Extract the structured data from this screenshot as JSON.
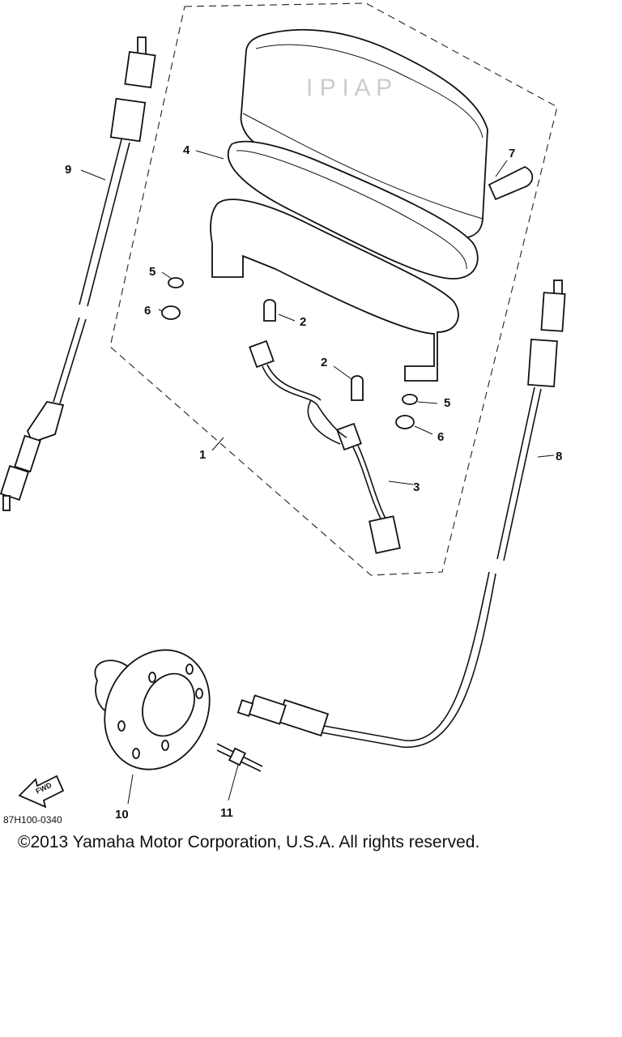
{
  "diagram": {
    "callouts": [
      "1",
      "2",
      "2",
      "3",
      "4",
      "5",
      "5",
      "6",
      "6",
      "7",
      "8",
      "9",
      "10",
      "11"
    ],
    "arrow_label": "FWD",
    "drawing_code": "87H100-0340"
  },
  "footer": {
    "copyright": "©2013 Yamaha Motor Corporation, U.S.A. All rights reserved."
  }
}
